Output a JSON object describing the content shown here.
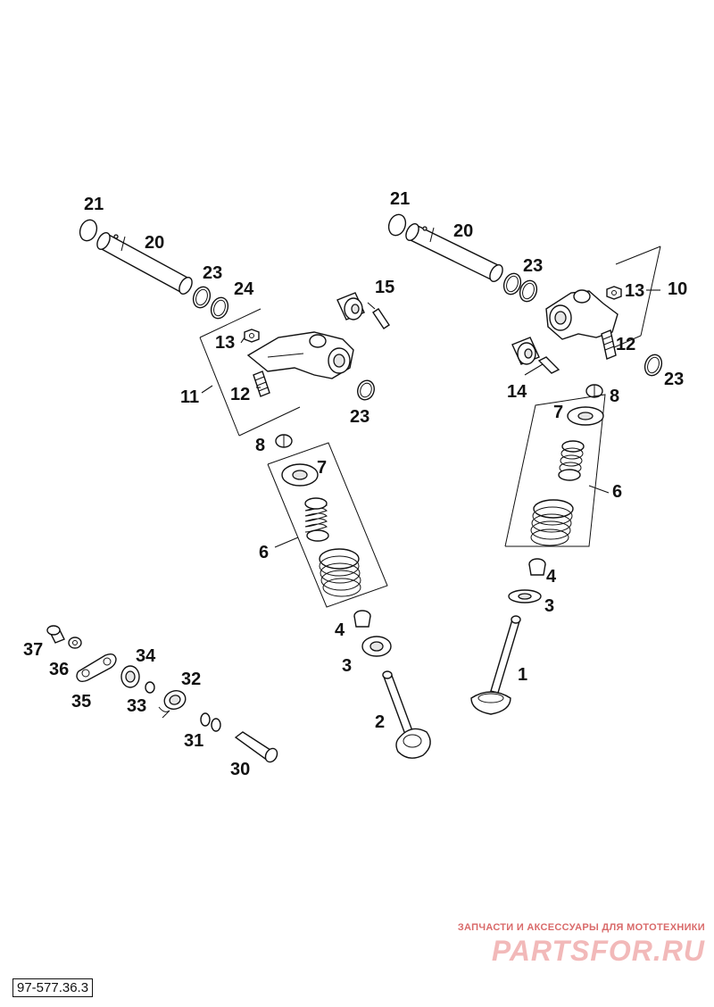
{
  "figure": {
    "reference_code": "97-577.36.3",
    "watermark_caption": "ЗАПЧАСТИ И АКСЕССУАРЫ ДЛЯ МОТОТЕХНИКИ",
    "watermark_logo": "PARTSFOR.RU"
  },
  "callouts": [
    {
      "id": "c1",
      "label": "1"
    },
    {
      "id": "c2",
      "label": "2"
    },
    {
      "id": "c3a",
      "label": "3"
    },
    {
      "id": "c3b",
      "label": "3"
    },
    {
      "id": "c4a",
      "label": "4"
    },
    {
      "id": "c4b",
      "label": "4"
    },
    {
      "id": "c6a",
      "label": "6"
    },
    {
      "id": "c6b",
      "label": "6"
    },
    {
      "id": "c7a",
      "label": "7"
    },
    {
      "id": "c7b",
      "label": "7"
    },
    {
      "id": "c8a",
      "label": "8"
    },
    {
      "id": "c8b",
      "label": "8"
    },
    {
      "id": "c10",
      "label": "10"
    },
    {
      "id": "c11",
      "label": "11"
    },
    {
      "id": "c12a",
      "label": "12"
    },
    {
      "id": "c12b",
      "label": "12"
    },
    {
      "id": "c13a",
      "label": "13"
    },
    {
      "id": "c13b",
      "label": "13"
    },
    {
      "id": "c14",
      "label": "14"
    },
    {
      "id": "c15",
      "label": "15"
    },
    {
      "id": "c20a",
      "label": "20"
    },
    {
      "id": "c20b",
      "label": "20"
    },
    {
      "id": "c21a",
      "label": "21"
    },
    {
      "id": "c21b",
      "label": "21"
    },
    {
      "id": "c23a",
      "label": "23"
    },
    {
      "id": "c23b",
      "label": "23"
    },
    {
      "id": "c23c",
      "label": "23"
    },
    {
      "id": "c23d",
      "label": "23"
    },
    {
      "id": "c24",
      "label": "24"
    },
    {
      "id": "c30",
      "label": "30"
    },
    {
      "id": "c31",
      "label": "31"
    },
    {
      "id": "c32",
      "label": "32"
    },
    {
      "id": "c33",
      "label": "33"
    },
    {
      "id": "c34",
      "label": "34"
    },
    {
      "id": "c35",
      "label": "35"
    },
    {
      "id": "c36",
      "label": "36"
    },
    {
      "id": "c37",
      "label": "37"
    }
  ]
}
